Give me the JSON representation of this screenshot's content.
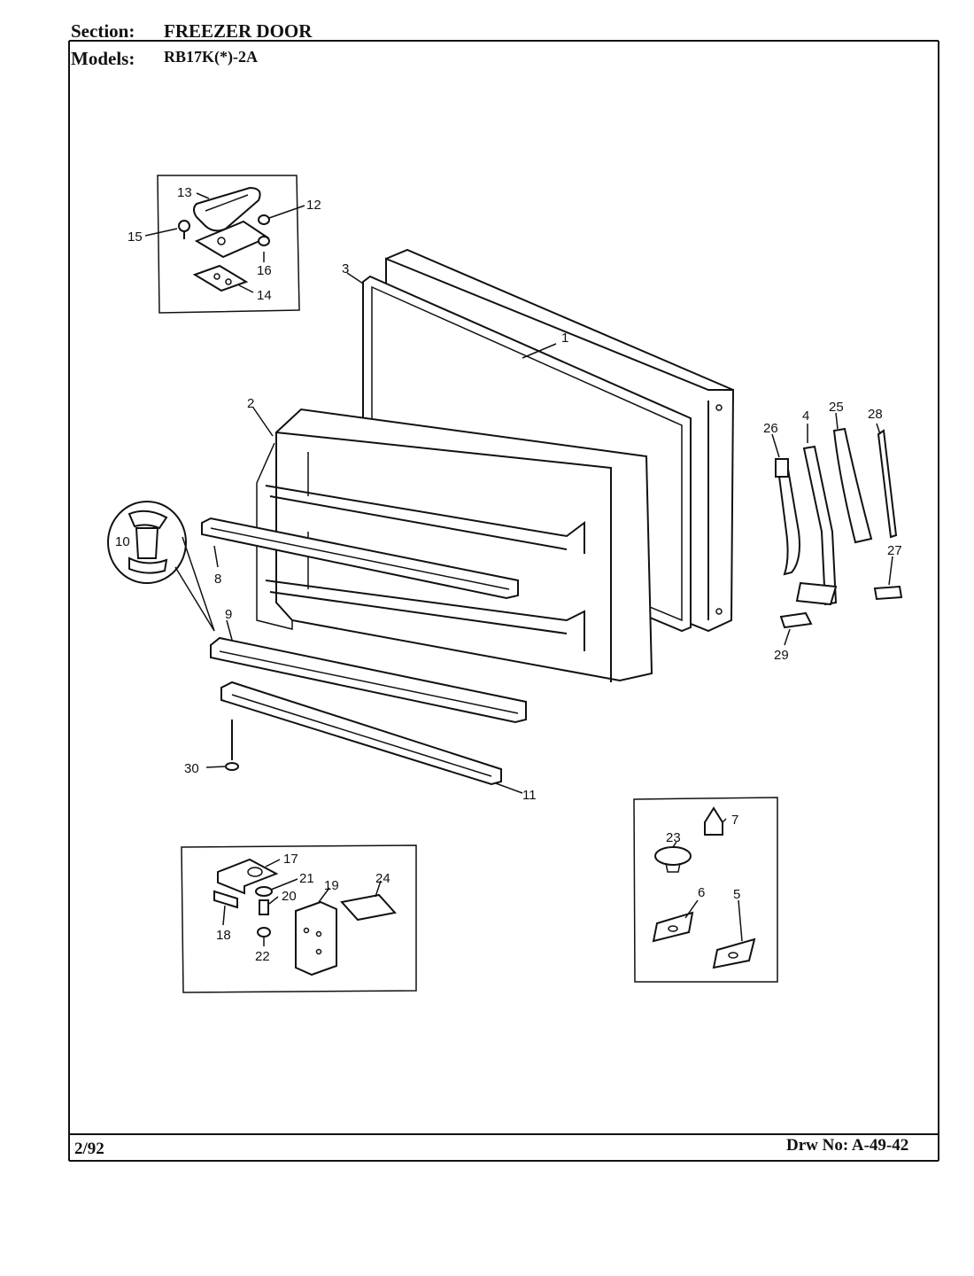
{
  "header": {
    "section_label": "Section:",
    "section_value": "FREEZER DOOR",
    "models_label": "Models:",
    "models_value": "RB17K(*)-2A"
  },
  "footer": {
    "date": "2/92",
    "drawing_number": "Drw No: A-49-42"
  },
  "callouts": {
    "c1": "1",
    "c2": "2",
    "c3": "3",
    "c4": "4",
    "c5": "5",
    "c6": "6",
    "c7": "7",
    "c8": "8",
    "c9": "9",
    "c10": "10",
    "c11": "11",
    "c12": "12",
    "c13": "13",
    "c14": "14",
    "c15": "15",
    "c16": "16",
    "c17": "17",
    "c18": "18",
    "c19": "19",
    "c20": "20",
    "c21": "21",
    "c22": "22",
    "c23": "23",
    "c24": "24",
    "c25": "25",
    "c26": "26",
    "c27": "27",
    "c28": "28",
    "c29": "29",
    "c30": "30"
  }
}
